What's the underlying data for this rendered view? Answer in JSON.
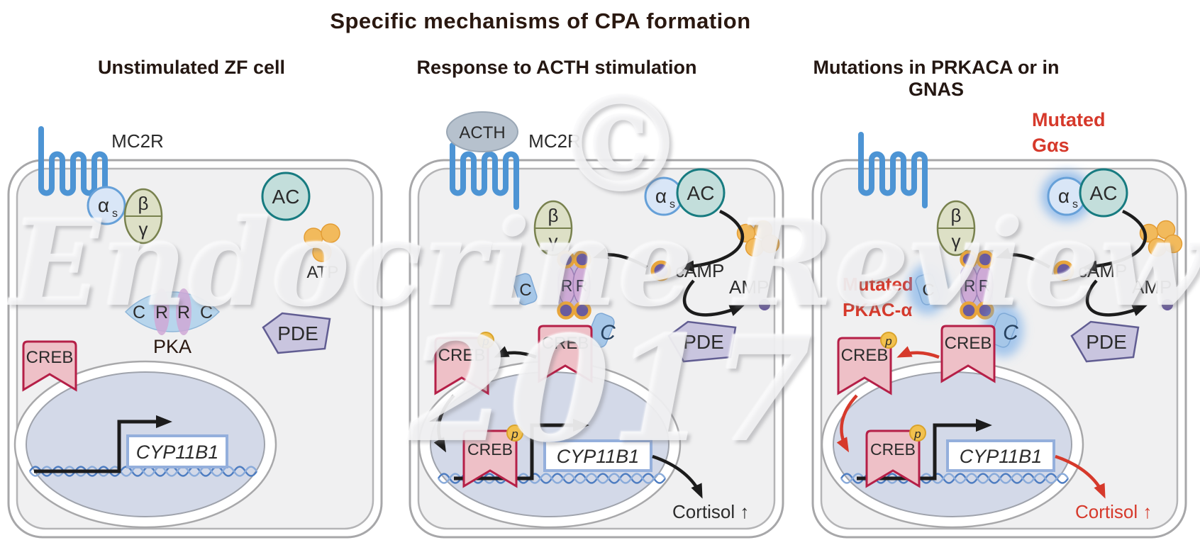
{
  "title": "Specific mechanisms of CPA formation",
  "watermark": {
    "word": "Endocrine Reviews",
    "year": "2017",
    "symbol": "©"
  },
  "colors": {
    "red_accent": "#d6392b",
    "receptor_blue": "#4d94d4",
    "ac_fill": "#c3dedb",
    "ac_stroke": "#177b80",
    "atp_orange": "#f2ba5c",
    "camp_ring": "#e8a53b",
    "camp_core": "#6a5b9e",
    "r_subunit": "#cfa8d6",
    "c_subunit": "#a6c7e8",
    "pde_fill": "#c9c5df",
    "pde_stroke": "#615d92",
    "creb_fill": "#eec0c7",
    "creb_stroke": "#b51f47",
    "phospho_fill": "#f2c14e",
    "nucleus_fill": "#d3d9e8",
    "cell_fill": "#f0f0f1",
    "cell_stroke": "#a7a7a9",
    "arrow_black": "#1c1c1c"
  },
  "panels": [
    {
      "heading": "Unstimulated ZF cell",
      "receptor": "MC2R",
      "g_alpha": "α",
      "g_alpha_sub": "s",
      "g_beta": "β",
      "g_gamma": "γ",
      "ac": "AC",
      "atp": "ATP",
      "pka": {
        "c_left": "C",
        "r_left": "R",
        "r_right": "R",
        "c_right": "C",
        "label": "PKA"
      },
      "creb": "CREB",
      "pde": "PDE",
      "gene": "CYP11B1"
    },
    {
      "heading": "Response to ACTH stimulation",
      "ligand": "ACTH",
      "receptor": "MC2R",
      "g_alpha": "α",
      "g_alpha_sub": "s",
      "g_beta": "β",
      "g_gamma": "γ",
      "ac": "AC",
      "camp": "cAMP",
      "amp": "AMP",
      "r_left": "R",
      "r_right": "R",
      "c_free_left": "C",
      "c_free_right": "C",
      "creb": "CREB",
      "creb_p": "CREB",
      "p": "p",
      "creb_nuclear": "CREB",
      "p_nuclear": "p",
      "pde": "PDE",
      "gene": "CYP11B1",
      "cortisol": "Cortisol ↑"
    },
    {
      "heading": "Mutations in PRKACA or in GNAS",
      "mutated_gas_line1": "Mutated",
      "mutated_gas_line2": "Gαs",
      "mutated_pkac_line1": "Mutated",
      "mutated_pkac_line2": "PKAC-α",
      "g_alpha": "α",
      "g_alpha_sub": "s",
      "g_beta": "β",
      "g_gamma": "γ",
      "ac": "AC",
      "camp": "cAMP",
      "amp": "AMP",
      "r_left": "R",
      "r_right": "R",
      "c_free_left": "C",
      "c_free_right": "C",
      "creb": "CREB",
      "creb_p": "CREB",
      "p": "p",
      "creb_nuclear": "CREB",
      "p_nuclear": "p",
      "pde": "PDE",
      "gene": "CYP11B1",
      "cortisol": "Cortisol ↑"
    }
  ]
}
